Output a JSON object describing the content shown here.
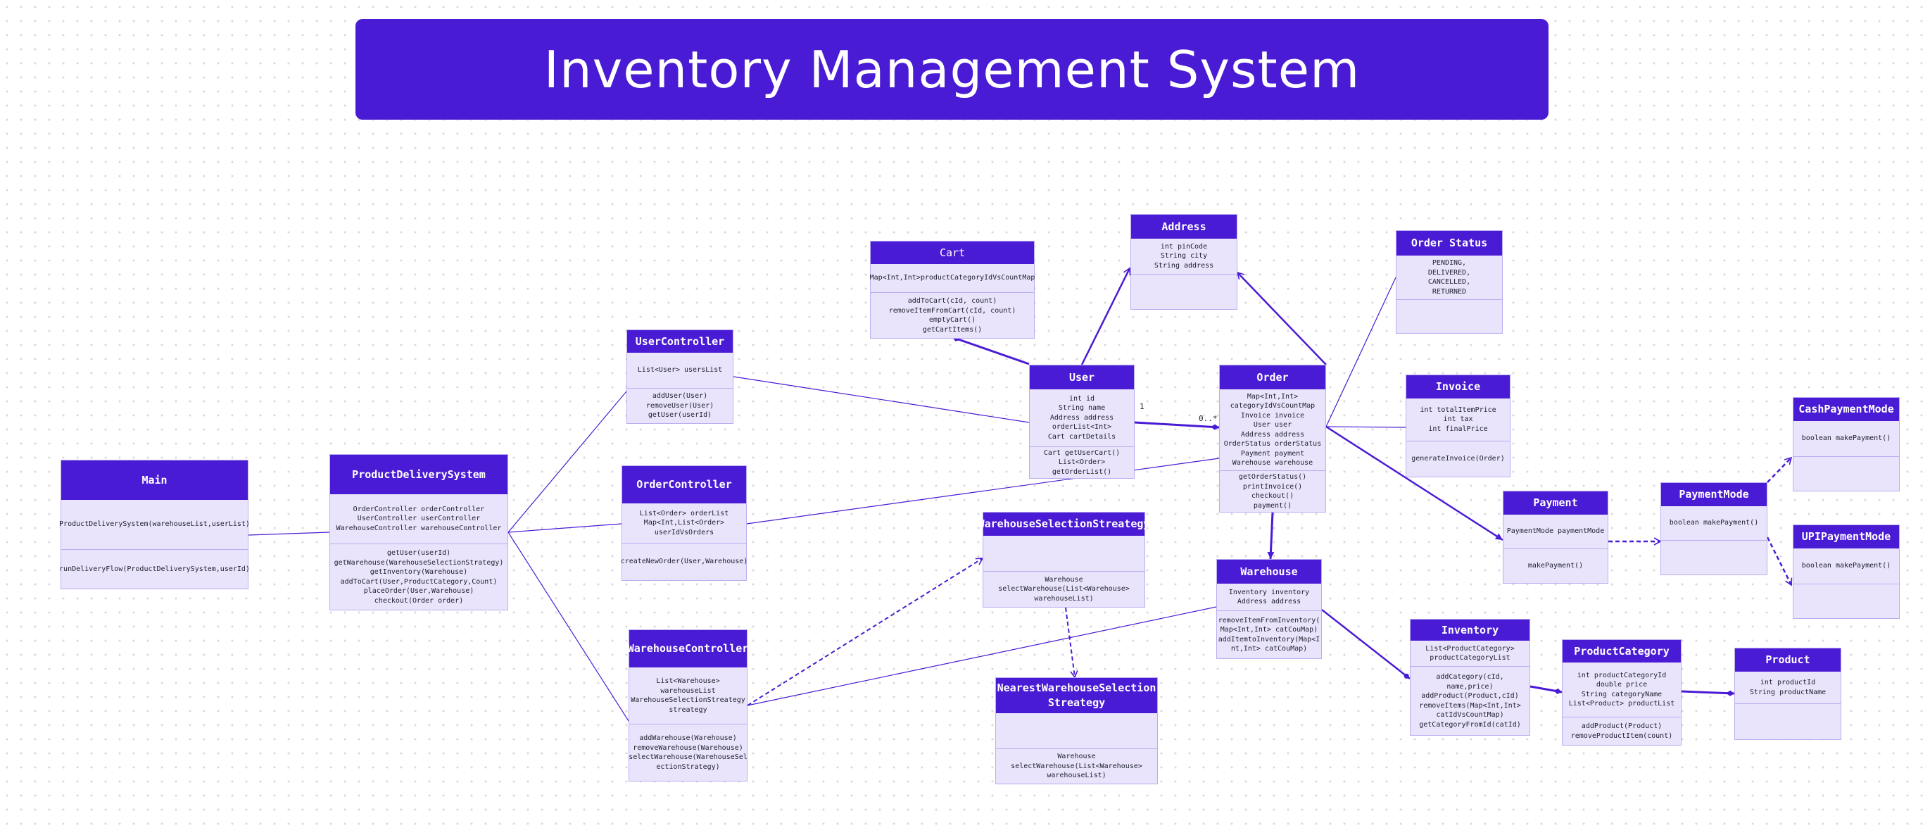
{
  "title": "Inventory Management System",
  "colors": {
    "header": "#4a1bd4",
    "body": "#e9e4fb",
    "link": "#4a1bd4"
  },
  "classes": {
    "main": {
      "name": "Main",
      "attrs": [
        "ProductDeliverySystem(warehouseList,userList)"
      ],
      "methods": [
        "runDeliveryFlow(ProductDeliverySystem,userId)"
      ]
    },
    "pds": {
      "name": "ProductDeliverySystem",
      "attrs": [
        "OrderController orderController",
        "UserController userController",
        "WarehouseController warehouseController"
      ],
      "methods": [
        "getUser(userId)",
        "getWarehouse(WarehouseSelectionStrategy)",
        "getInventory(Warehouse)",
        "addToCart(User,ProductCategory,Count)",
        "placeOrder(User,Warehouse)",
        "checkout(Order order)"
      ]
    },
    "userController": {
      "name": "UserController",
      "attrs": [
        "List<User> usersList"
      ],
      "methods": [
        "addUser(User)",
        "removeUser(User)",
        "getUser(userId)"
      ]
    },
    "orderController": {
      "name": "OrderController",
      "attrs": [
        "List<Order> orderList",
        "Map<Int,List<Order>",
        "userIdVsOrders"
      ],
      "methods": [
        "createNewOrder(User,Warehouse)"
      ]
    },
    "warehouseController": {
      "name": "WarehouseController",
      "attrs": [
        "List<Warehouse>",
        "warehouseList",
        "WarehouseSelectionStreategy",
        "streategy"
      ],
      "methods": [
        "addWarehouse(Warehouse)",
        "removeWarehouse(Warehouse)",
        "selectWarehouse(WarehouseSel",
        "ectionStrategy)"
      ]
    },
    "cart": {
      "name": "Cart",
      "attrs": [
        "Map<Int,Int>productCategoryIdVsCountMap"
      ],
      "methods": [
        "addToCart(cId, count)",
        "removeItemFromCart(cId, count)",
        "emptyCart()",
        "getCartItems()"
      ]
    },
    "address": {
      "name": "Address",
      "attrs": [
        "int pinCode",
        "String city",
        "String address"
      ],
      "methods": []
    },
    "user": {
      "name": "User",
      "attrs": [
        "int id",
        "String name",
        "Address address",
        "orderList<Int>",
        "Cart cartDetails"
      ],
      "methods": [
        "Cart getUserCart()",
        "List<Order> getOrderList()"
      ]
    },
    "order": {
      "name": "Order",
      "attrs": [
        "Map<Int,Int>",
        "categoryIdVsCountMap",
        "Invoice invoice",
        "User user",
        "Address address",
        "OrderStatus orderStatus",
        "Payment payment",
        "Warehouse warehouse"
      ],
      "methods": [
        "getOrderStatus()",
        "printInvoice()",
        "checkout()",
        "payment()"
      ]
    },
    "orderStatus": {
      "name": "Order Status",
      "attrs": [
        "PENDING,",
        "DELIVERED,",
        "CANCELLED,",
        "RETURNED"
      ],
      "methods": []
    },
    "invoice": {
      "name": "Invoice",
      "attrs": [
        "int totalItemPrice",
        "int tax",
        "int finalPrice"
      ],
      "methods": [
        "generateInvoice(Order)"
      ]
    },
    "wss": {
      "name": "WarehouseSelectionStreategy",
      "attrs": [],
      "methods": [
        "Warehouse",
        "selectWarehouse(List<Warehouse>",
        "warehouseList)"
      ]
    },
    "nwss": {
      "name": "NearestWarehouseSelection\nStreategy",
      "attrs": [],
      "methods": [
        "Warehouse",
        "selectWarehouse(List<Warehouse>",
        "warehouseList)"
      ]
    },
    "warehouse": {
      "name": "Warehouse",
      "attrs": [
        "Inventory inventory",
        "Address address"
      ],
      "methods": [
        "removeItemFromInventory(",
        "Map<Int,Int> catCouMap)",
        "addItemtoInventory(Map<I",
        "nt,Int> catCouMap)"
      ]
    },
    "inventory": {
      "name": "Inventory",
      "attrs": [
        "List<ProductCategory>",
        "productCategoryList"
      ],
      "methods": [
        "addCategory(cId, name,price)",
        "addProduct(Product,cId)",
        "removeItems(Map<Int,Int>",
        "catIdVsCountMap)",
        "getCategoryFromId(catId)"
      ]
    },
    "payment": {
      "name": "Payment",
      "attrs": [
        "PaymentMode paymentMode"
      ],
      "methods": [
        "makePayment()"
      ]
    },
    "paymentMode": {
      "name": "PaymentMode",
      "attrs": [
        "boolean makePayment()"
      ],
      "methods": []
    },
    "cashPaymentMode": {
      "name": "CashPaymentMode",
      "attrs": [
        "boolean makePayment()"
      ],
      "methods": []
    },
    "upiPaymentMode": {
      "name": "UPIPaymentMode",
      "attrs": [
        "boolean makePayment()"
      ],
      "methods": []
    },
    "productCategory": {
      "name": "ProductCategory",
      "attrs": [
        "int productCategoryId",
        "double price",
        "String categoryName",
        "List<Product> productList"
      ],
      "methods": [
        "addProduct(Product)",
        "removeProductItem(count)"
      ]
    },
    "product": {
      "name": "Product",
      "attrs": [
        "int productId",
        "String productName"
      ],
      "methods": []
    }
  },
  "multiplicities": {
    "userOne": "1",
    "orderMany": "0..*"
  }
}
